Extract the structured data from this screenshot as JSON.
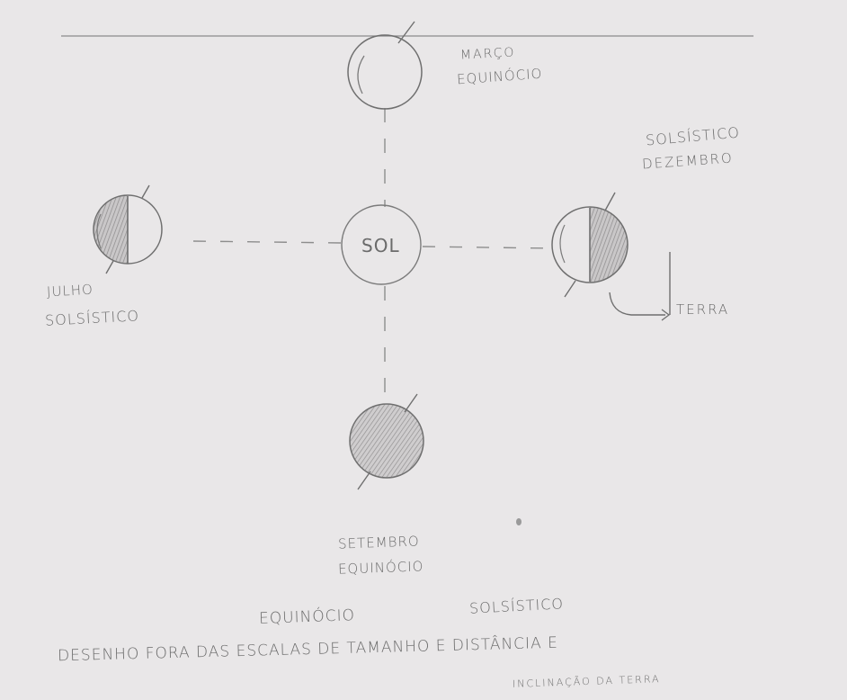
{
  "diagram": {
    "sun_label": "SOL",
    "labels": {
      "march": [
        "MARÇO",
        "EQUINÓCIO"
      ],
      "december": [
        "SOLSÍSTICO",
        "DEZEMBRO"
      ],
      "june": [
        "JULHO",
        "SOLSÍSTICO"
      ],
      "september": [
        "SETEMBRO",
        "EQUINÓCIO"
      ],
      "earth": "TERRA"
    },
    "bottom": {
      "equinox": "EQUINÓCIO",
      "solstice": "SOLSÍSTICO",
      "caption": "DESENHO FORA DAS ESCALAS DE TAMANHO E DISTÂNCIA E",
      "caption_note": "INCLINAÇÃO DA TERRA"
    },
    "colors": {
      "paper": "#e9e7e8",
      "pencil": "#6b6b6b"
    }
  }
}
